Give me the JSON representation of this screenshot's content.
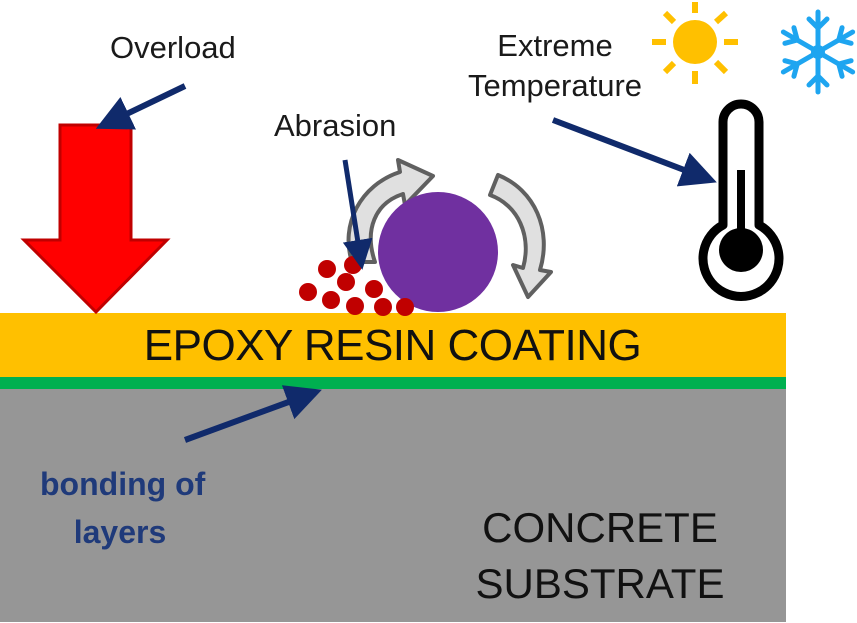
{
  "diagram": {
    "title": "Degradation factors of epoxy resin coating on concrete",
    "labels": {
      "overload": "Overload",
      "abrasion": "Abrasion",
      "extreme_temperature_line1": "Extreme",
      "extreme_temperature_line2": "Temperature",
      "coating": "EPOXY RESIN COATING",
      "bonding_line1": "bonding of",
      "bonding_line2": "layers",
      "concrete_line1": "CONCRETE",
      "concrete_line2": "SUBSTRATE"
    },
    "icons": {
      "load_arrow": "down-arrow-icon",
      "abrasive_ball": "ball-icon",
      "rotation_arrows": "rotate-arrows-icon",
      "particles": "debris-particles-icon",
      "sun": "sun-icon",
      "snowflake": "snowflake-icon",
      "thermometer": "thermometer-icon"
    },
    "colors": {
      "coating": "#FFC000",
      "bond_layer": "#00B050",
      "concrete": "#969696",
      "load_arrow": "#FF0000",
      "load_arrow_outline": "#C00000",
      "pointer_arrows": "#102A6B",
      "ball": "#7030A0",
      "particles": "#C00000",
      "rotation_arrow_fill": "#E0E0E0",
      "rotation_arrow_stroke": "#606060",
      "sun": "#FFC000",
      "snowflake": "#1EA5F0",
      "thermometer": "#000000",
      "bonding_text": "#1F3A7A"
    }
  }
}
